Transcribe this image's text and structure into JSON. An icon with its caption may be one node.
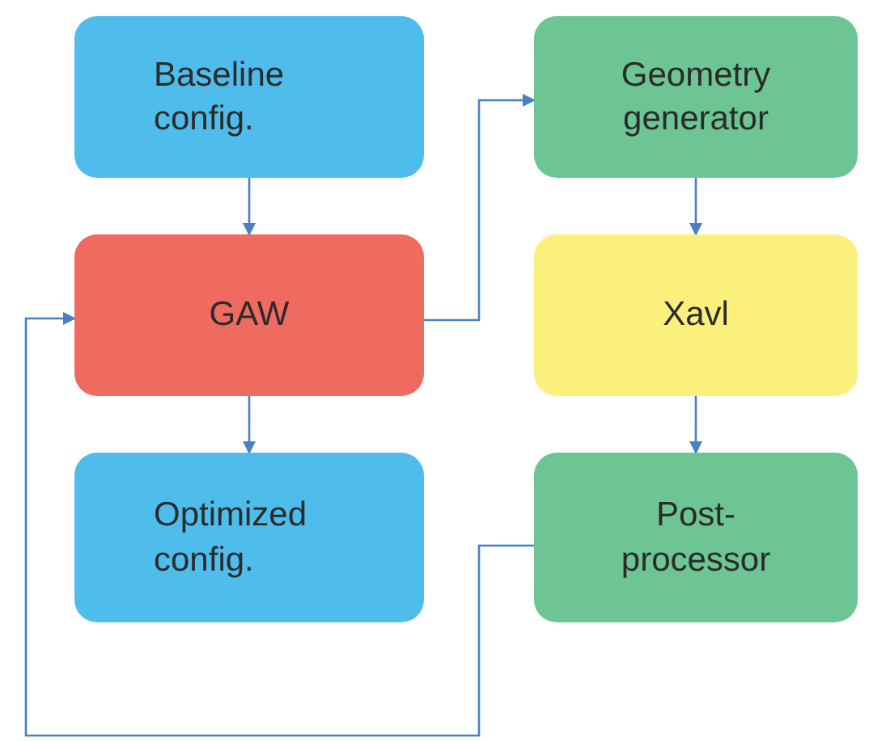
{
  "diagram": {
    "nodes": [
      {
        "text": [
          "Baseline config."
        ]
      },
      {
        "text": [
          "GAW"
        ]
      },
      {
        "text": [
          "Optimized config."
        ]
      },
      {
        "text": [
          "Geometry generator"
        ]
      },
      {
        "text": [
          "Xavl"
        ]
      },
      {
        "text": [
          "Post-processor"
        ]
      }
    ],
    "edges": [
      {
        "from": 0,
        "to": 1,
        "arrow": "to"
      },
      {
        "from": 1,
        "to": 2,
        "arrow": "to"
      },
      {
        "from": 1,
        "to": 3,
        "arrow": "to"
      },
      {
        "from": 3,
        "to": 4,
        "arrow": "to"
      },
      {
        "from": 4,
        "to": 5,
        "arrow": "to"
      },
      {
        "from": 5,
        "to": 1,
        "arrow": "to"
      }
    ]
  }
}
